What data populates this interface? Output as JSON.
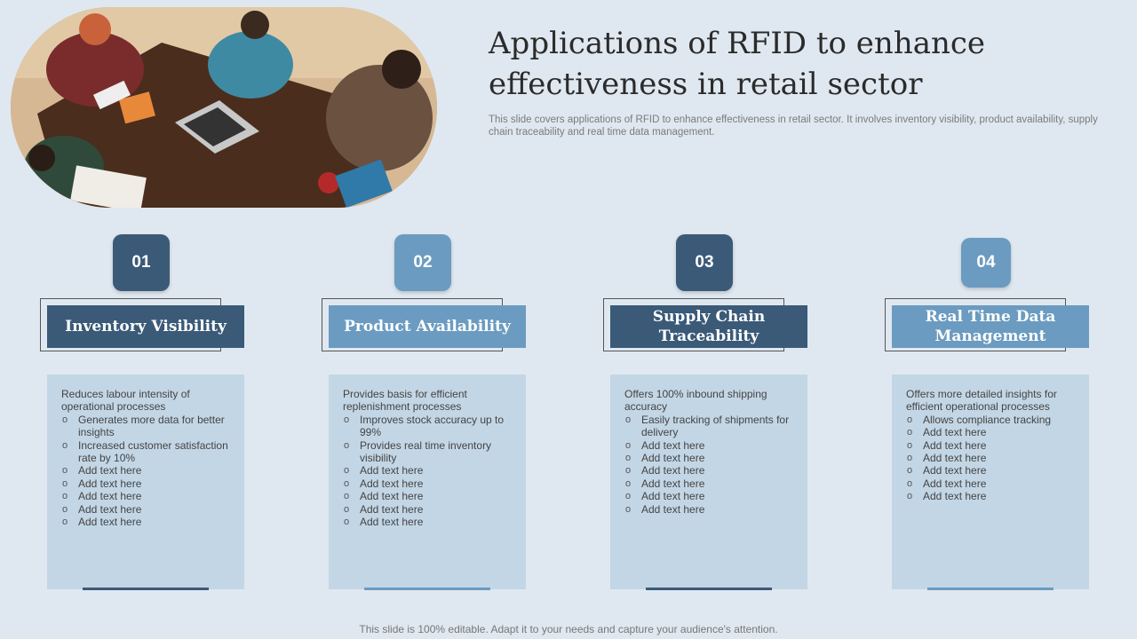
{
  "title": "Applications of RFID to enhance effectiveness in retail sector",
  "subtitle": "This slide covers applications of RFID to enhance effectiveness in retail sector. It involves inventory visibility, product availability, supply chain traceability and real time data management.",
  "columns": [
    {
      "number": "01",
      "heading": "Inventory Visibility",
      "lead": "Reduces labour intensity of operational processes",
      "bullets": [
        "Generates more data for better insights",
        "Increased customer satisfaction rate by 10%",
        "Add text here",
        "Add text here",
        "Add text here",
        "Add text here",
        "Add text here"
      ]
    },
    {
      "number": "02",
      "heading": "Product Availability",
      "lead": "Provides basis for efficient replenishment processes",
      "bullets": [
        "Improves stock accuracy up to 99%",
        "Provides real time inventory visibility",
        "Add text here",
        "Add text here",
        "Add text here",
        "Add text here",
        "Add text here"
      ]
    },
    {
      "number": "03",
      "heading": "Supply Chain Traceability",
      "lead": "Offers 100% inbound shipping accuracy",
      "bullets": [
        "Easily tracking of shipments for delivery",
        "Add text here",
        "Add text here",
        "Add text here",
        "Add text here",
        "Add text here",
        "Add text here"
      ]
    },
    {
      "number": "04",
      "heading": "Real Time Data Management",
      "lead": "Offers more detailed insights for efficient operational processes",
      "bullets": [
        "Allows compliance tracking",
        "Add text here",
        "Add text here",
        "Add text here",
        "Add text here",
        "Add text here",
        "Add text here"
      ]
    }
  ],
  "footer": "This slide is 100% editable. Adapt it to your needs and capture your audience's attention.",
  "colors": {
    "dark": "#3a5a78",
    "light": "#6b9bc0",
    "box": "#c3d6e5",
    "background": "#dfe8f0"
  }
}
